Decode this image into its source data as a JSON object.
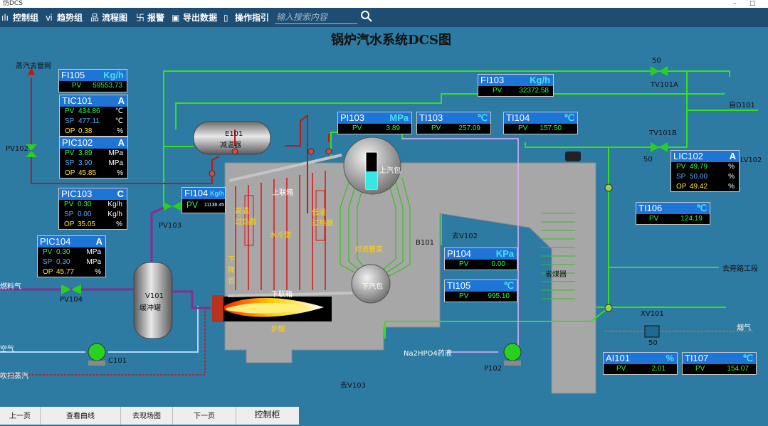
{
  "window": {
    "title": "仿DCS",
    "min_label": "–",
    "max_label": "□"
  },
  "toolbar": {
    "items": [
      {
        "label": "控制组",
        "icon": "control-group-icon",
        "glyph": "ılı"
      },
      {
        "label": "趋势组",
        "icon": "trend-icon",
        "glyph": "ⅵ"
      },
      {
        "label": "流程图",
        "icon": "flowchart-icon",
        "glyph": "品"
      },
      {
        "label": "报警",
        "icon": "alarm-icon",
        "glyph": "卐"
      },
      {
        "label": "导出数据",
        "icon": "export-icon",
        "glyph": "▣"
      },
      {
        "label": "操作指引",
        "icon": "guide-icon",
        "glyph": "▯"
      }
    ],
    "search_placeholder": "输入搜索内容"
  },
  "title": "锅炉汽水系统DCS图",
  "panels": {
    "FI105": {
      "tag": "FI105",
      "unit": "Kg/h",
      "rows": [
        {
          "k": "PV",
          "v": "59553.73",
          "u": ""
        }
      ]
    },
    "TIC101": {
      "tag": "TIC101",
      "unit": "A",
      "rows": [
        {
          "k": "PV",
          "v": "434.86",
          "u": "℃"
        },
        {
          "k": "SP",
          "v": "477.11",
          "u": "℃"
        },
        {
          "k": "OP",
          "v": "0.38",
          "u": "%"
        }
      ]
    },
    "PIC102": {
      "tag": "PIC102",
      "unit": "A",
      "rows": [
        {
          "k": "PV",
          "v": "3.89",
          "u": "MPa"
        },
        {
          "k": "SP",
          "v": "3.90",
          "u": "MPa"
        },
        {
          "k": "OP",
          "v": "45.85",
          "u": "%"
        }
      ]
    },
    "PIC103": {
      "tag": "PIC103",
      "unit": "C",
      "rows": [
        {
          "k": "PV",
          "v": "0.30",
          "u": "Kg/h"
        },
        {
          "k": "SP",
          "v": "0.00",
          "u": "Kg/h"
        },
        {
          "k": "OP",
          "v": "35.05",
          "u": "%"
        }
      ]
    },
    "FI104": {
      "tag": "FI104",
      "unit": "Kg/h",
      "rows": [
        {
          "k": "PV",
          "v": "11136.45",
          "u": ""
        }
      ]
    },
    "PIC104": {
      "tag": "PIC104",
      "unit": "A",
      "rows": [
        {
          "k": "PV",
          "v": "0.30",
          "u": "MPa"
        },
        {
          "k": "SP",
          "v": "0.30",
          "u": "MPa"
        },
        {
          "k": "OP",
          "v": "45.77",
          "u": "%"
        }
      ]
    },
    "PI103": {
      "tag": "PI103",
      "unit": "MPa",
      "rows": [
        {
          "k": "PV",
          "v": "3.89",
          "u": ""
        }
      ]
    },
    "TI103": {
      "tag": "TI103",
      "unit": "℃",
      "rows": [
        {
          "k": "PV",
          "v": "257.09",
          "u": ""
        }
      ]
    },
    "TI104": {
      "tag": "TI104",
      "unit": "℃",
      "rows": [
        {
          "k": "PV",
          "v": "157.50",
          "u": ""
        }
      ]
    },
    "FI103": {
      "tag": "FI103",
      "unit": "Kg/h",
      "rows": [
        {
          "k": "PV",
          "v": "32372.58",
          "u": ""
        }
      ]
    },
    "LIC102": {
      "tag": "LIC102",
      "unit": "A",
      "rows": [
        {
          "k": "PV",
          "v": "49.79",
          "u": "%"
        },
        {
          "k": "SP",
          "v": "50.00",
          "u": "%"
        },
        {
          "k": "OP",
          "v": "49.42",
          "u": "%"
        }
      ]
    },
    "TI106": {
      "tag": "TI106",
      "unit": "℃",
      "rows": [
        {
          "k": "PV",
          "v": "124.19",
          "u": ""
        }
      ]
    },
    "PI104": {
      "tag": "PI104",
      "unit": "KPa",
      "rows": [
        {
          "k": "PV",
          "v": "0.00",
          "u": ""
        }
      ]
    },
    "TI105": {
      "tag": "TI105",
      "unit": "℃",
      "rows": [
        {
          "k": "PV",
          "v": "995.10",
          "u": ""
        }
      ]
    },
    "AI101": {
      "tag": "AI101",
      "unit": "%",
      "rows": [
        {
          "k": "PV",
          "v": "2.01",
          "u": ""
        }
      ]
    },
    "TI107": {
      "tag": "TI107",
      "unit": "℃",
      "rows": [
        {
          "k": "PV",
          "v": "154.07",
          "u": ""
        }
      ]
    }
  },
  "labels": {
    "steam_to_pipe": "蒸汽去管网",
    "pv102": "PV102",
    "pv103": "PV103",
    "pv104": "PV104",
    "fuel_gas": "燃料气",
    "air": "空气",
    "sweep_steam": "吹扫蒸汽",
    "c101": "C101",
    "v101_tag": "V101",
    "v101_name": "缓冲罐",
    "e101_tag": "E101",
    "e101_name": "减温器",
    "upper_drum": "上汽包",
    "lower_drum": "下汽包",
    "upper_header": "上联箱",
    "lower_header": "下联箱",
    "hp_superheater": "高温\n过热器",
    "lp_superheater": "低温\n过热器",
    "water_wall": "水冷壁",
    "downcomer": "下\n降\n管",
    "convection": "对流管束",
    "furnace": "炉膛",
    "b101": "B101",
    "economizer": "省煤器",
    "to_v102": "去V102",
    "to_v103": "去V103",
    "to_bypass": "去旁路工段",
    "flue_gas": "烟气",
    "from_d101": "自D101",
    "tv101a": "TV101A",
    "tv101b": "TV101B",
    "lv102": "LV102",
    "xv101": "XV101",
    "na2hpo4": "Na2HPO4药液",
    "p102": "P102",
    "val_50a": "50",
    "val_50b": "50",
    "val_50c": "50"
  },
  "bottom": [
    "上一页",
    "查看曲线",
    "去现场图",
    "下一页",
    "控制柜"
  ],
  "colors": {
    "background": "#2d7aa3",
    "green_line": "#35e21a",
    "red_line": "#c81414",
    "purple_line": "#8a2b8e",
    "boiler": "#a7a7a7",
    "panel_header": "#1e75d8"
  }
}
